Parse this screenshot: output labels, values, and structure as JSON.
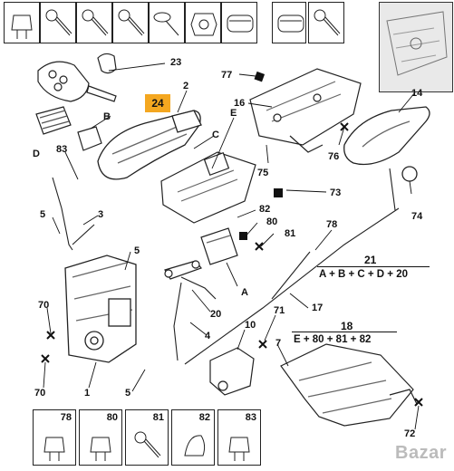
{
  "highlight": {
    "label": "24",
    "color": "#f4a720"
  },
  "top_thumbnails": [
    {
      "icon": "clip-icon"
    },
    {
      "icon": "screw-icon"
    },
    {
      "icon": "screw-icon"
    },
    {
      "icon": "screw-icon"
    },
    {
      "icon": "washer-screw-icon"
    },
    {
      "icon": "nut-icon"
    },
    {
      "icon": "grommet-icon"
    },
    {
      "icon": "grommet-icon"
    },
    {
      "icon": "screw-icon"
    },
    {
      "icon": "overview-diagram-icon"
    }
  ],
  "callouts": [
    {
      "id": "23",
      "text": "23"
    },
    {
      "id": "2",
      "text": "2"
    },
    {
      "id": "B",
      "text": "B"
    },
    {
      "id": "D",
      "text": "D"
    },
    {
      "id": "83",
      "text": "83"
    },
    {
      "id": "C",
      "text": "C"
    },
    {
      "id": "E",
      "text": "E"
    },
    {
      "id": "16",
      "text": "16"
    },
    {
      "id": "77",
      "text": "77"
    },
    {
      "id": "14",
      "text": "14"
    },
    {
      "id": "76",
      "text": "76"
    },
    {
      "id": "75",
      "text": "75"
    },
    {
      "id": "73",
      "text": "73"
    },
    {
      "id": "74",
      "text": "74"
    },
    {
      "id": "5a",
      "text": "5"
    },
    {
      "id": "3",
      "text": "3"
    },
    {
      "id": "82",
      "text": "82"
    },
    {
      "id": "80",
      "text": "80"
    },
    {
      "id": "81",
      "text": "81"
    },
    {
      "id": "78",
      "text": "78"
    },
    {
      "id": "5b",
      "text": "5"
    },
    {
      "id": "A",
      "text": "A"
    },
    {
      "id": "70a",
      "text": "70"
    },
    {
      "id": "20",
      "text": "20"
    },
    {
      "id": "17",
      "text": "17"
    },
    {
      "id": "4",
      "text": "4"
    },
    {
      "id": "10",
      "text": "10"
    },
    {
      "id": "71",
      "text": "71"
    },
    {
      "id": "7",
      "text": "7"
    },
    {
      "id": "70b",
      "text": "70"
    },
    {
      "id": "1",
      "text": "1"
    },
    {
      "id": "5c",
      "text": "5"
    },
    {
      "id": "72",
      "text": "72"
    }
  ],
  "formulas": [
    {
      "ref": "21",
      "expression": "A + B + C + D + 20"
    },
    {
      "ref": "18",
      "expression": "E + 80 + 81 + 82"
    }
  ],
  "bottom_thumbnails": [
    {
      "label": "78",
      "icon": "clip-icon"
    },
    {
      "label": "80",
      "icon": "clip-icon"
    },
    {
      "label": "81",
      "icon": "screw-icon"
    },
    {
      "label": "82",
      "icon": "cap-icon"
    },
    {
      "label": "83",
      "icon": "clip-icon"
    }
  ],
  "watermark": "Bazar"
}
